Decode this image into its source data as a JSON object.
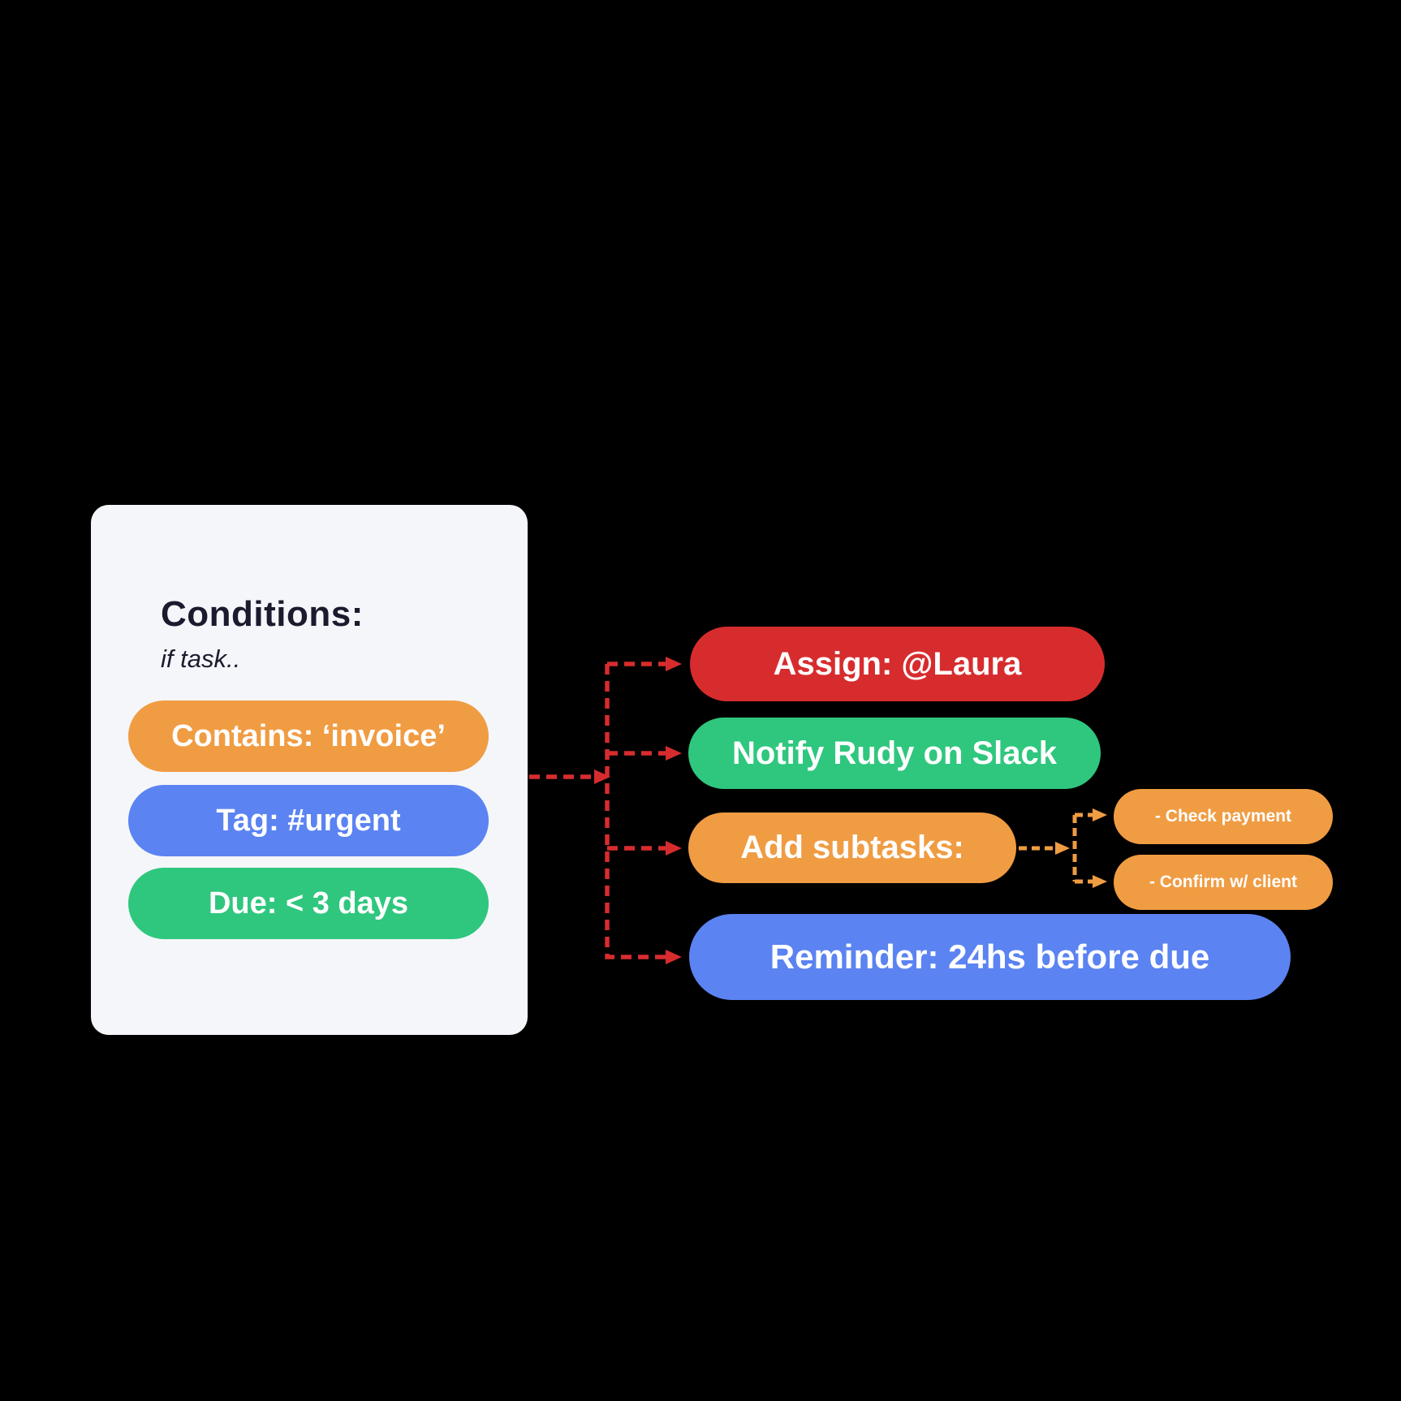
{
  "canvas": {
    "background": "#000000"
  },
  "palette": {
    "orange": "#F09C43",
    "blue": "#5B83F1",
    "green": "#2FC77E",
    "red": "#D72C2E",
    "card_background": "#F5F6FA",
    "heading_text": "#1B1B2E",
    "pill_text": "#FFFFFF"
  },
  "conditions_card": {
    "title": "Conditions:",
    "subtitle": "if task..",
    "conditions": [
      {
        "label": "Contains: ‘invoice’",
        "color": "orange"
      },
      {
        "label": "Tag: #urgent",
        "color": "blue"
      },
      {
        "label": "Due: < 3 days",
        "color": "green"
      }
    ]
  },
  "actions": [
    {
      "label": "Assign: @Laura",
      "color": "red"
    },
    {
      "label": "Notify Rudy on Slack",
      "color": "green"
    },
    {
      "label": "Add subtasks:",
      "color": "orange"
    },
    {
      "label": "Reminder: 24hs before due",
      "color": "blue"
    }
  ],
  "subtasks": [
    {
      "label": "- Check payment",
      "color": "orange"
    },
    {
      "label": "- Confirm w/ client",
      "color": "orange"
    }
  ]
}
